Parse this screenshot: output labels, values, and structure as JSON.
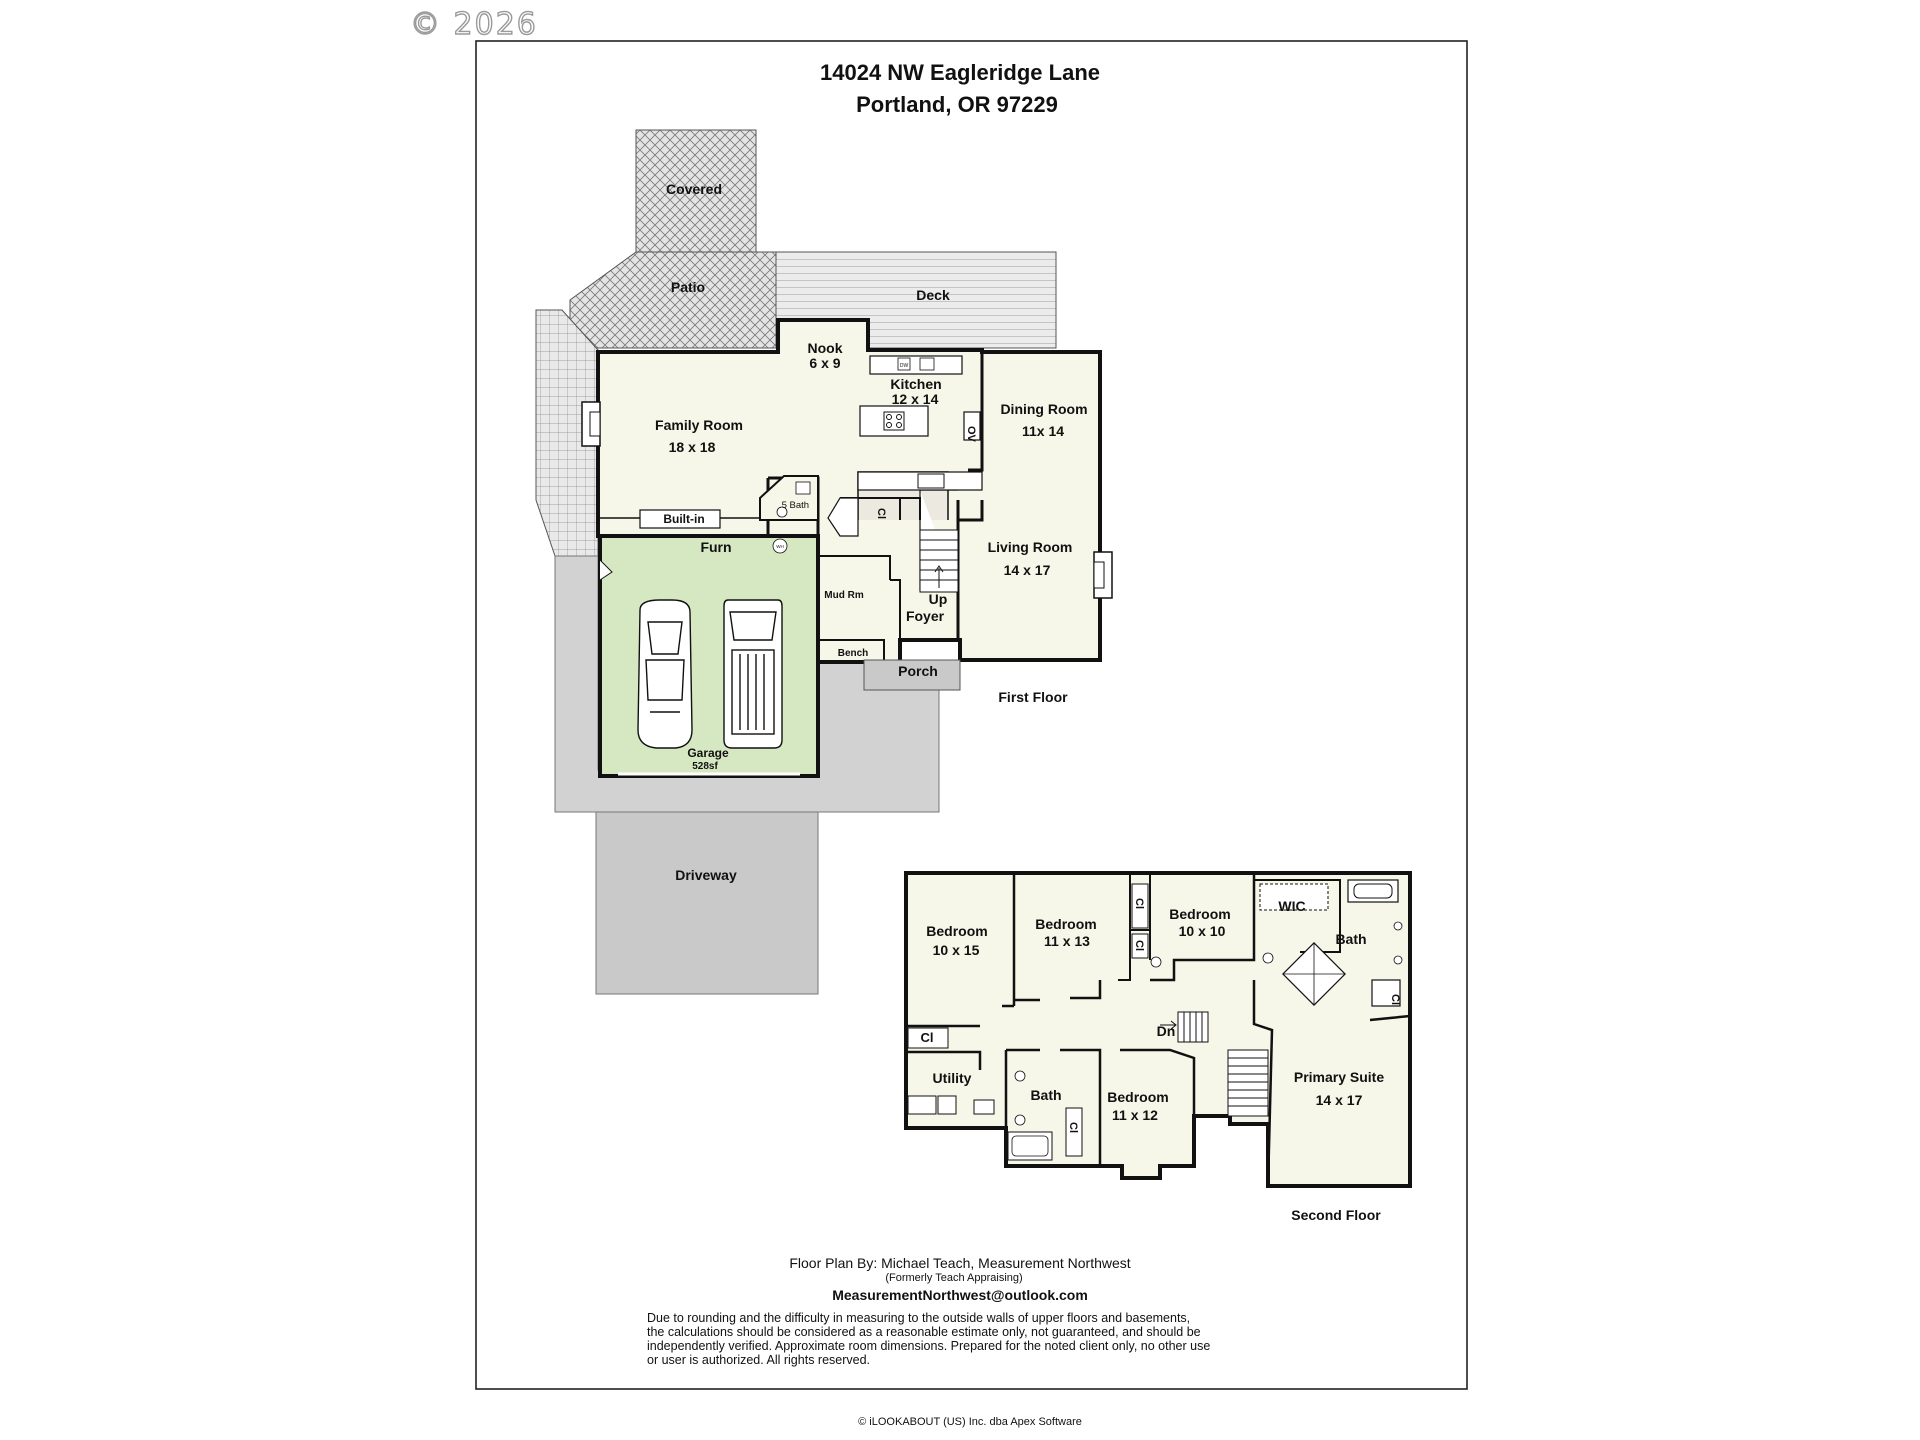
{
  "watermark": "© 2026",
  "header": {
    "line1": "14024 NW Eagleridge Lane",
    "line2": "Portland, OR 97229"
  },
  "first_floor": {
    "label": "First Floor",
    "rooms": {
      "covered": "Covered",
      "patio": "Patio",
      "deck": "Deck",
      "nook_name": "Nook",
      "nook_dim": "6 x 9",
      "kitchen_name": "Kitchen",
      "kitchen_dim": "12 x 14",
      "dining_name": "Dining Room",
      "dining_dim": "11x 14",
      "family_name": "Family Room",
      "family_dim": "18 x 18",
      "builtin": "Built-in",
      "half_bath": ".5 Bath",
      "furn": "Furn",
      "living_name": "Living Room",
      "living_dim": "14 x 17",
      "mudrm": "Mud Rm",
      "bench": "Bench",
      "up": "Up",
      "foyer": "Foyer",
      "porch": "Porch",
      "garage_name": "Garage",
      "garage_area": "528sf",
      "driveway": "Driveway",
      "closet": "Cl",
      "oven": "OV",
      "dishwasher": "DW",
      "water_heater": "WH"
    }
  },
  "second_floor": {
    "label": "Second Floor",
    "rooms": {
      "bed1_name": "Bedroom",
      "bed1_dim": "10 x 15",
      "bed2_name": "Bedroom",
      "bed2_dim": "11 x 13",
      "bed3_name": "Bedroom",
      "bed3_dim": "10 x 10",
      "wic": "WIC",
      "bath": "Bath",
      "dn": "Dn",
      "utility": "Utility",
      "bath2": "Bath",
      "bed4_name": "Bedroom",
      "bed4_dim": "11 x 12",
      "primary_name": "Primary Suite",
      "primary_dim": "14 x 17",
      "closet": "Cl"
    }
  },
  "footer": {
    "credit": "Floor Plan By: Michael Teach, Measurement Northwest",
    "formerly": "(Formerly Teach Appraising)",
    "email": "MeasurementNorthwest@outlook.com",
    "disclaimer": [
      "Due to rounding and the difficulty in measuring to the outside walls of upper floors and basements,",
      "the calculations should be considered as a reasonable estimate only, not guaranteed, and should be",
      "independently verified. Approximate room dimensions. Prepared for the noted client only, no other use",
      "or user is authorized. All rights reserved."
    ],
    "copyright": "© iLOOKABOUT (US) Inc. dba Apex Software"
  },
  "colors": {
    "garage_fill": "#d6e8c2",
    "room_fill": "#f6f6e9",
    "grey_fill": "#d2d2d2",
    "wall": "#111111"
  }
}
